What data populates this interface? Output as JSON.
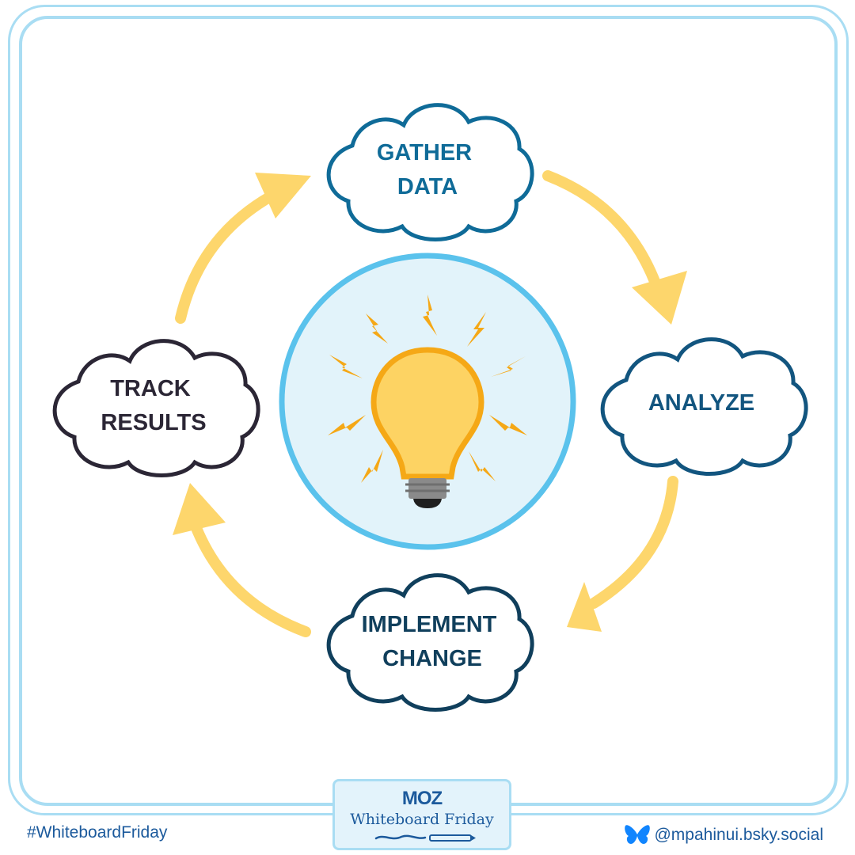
{
  "steps": [
    {
      "id": "gather",
      "lines": [
        "GATHER",
        "DATA"
      ],
      "color": "#0f6b98"
    },
    {
      "id": "analyze",
      "lines": [
        "ANALYZE"
      ],
      "color": "#12557f"
    },
    {
      "id": "implement",
      "lines": [
        "IMPLEMENT",
        "CHANGE"
      ],
      "color": "#103f5c"
    },
    {
      "id": "track",
      "lines": [
        "TRACK",
        "RESULTS"
      ],
      "color": "#2b2635"
    }
  ],
  "colors": {
    "arrow": "#fdd66c",
    "frame": "#a9ddf3",
    "center_circle_fill": "#e2f3fa",
    "center_circle_stroke": "#5ac2ec",
    "bulb": "#fdd363",
    "bulb_outline": "#f5a816",
    "footer_text": "#1c5a9c"
  },
  "center_icon": "lightbulb-icon",
  "footer": {
    "hashtag": "#WhiteboardFriday",
    "handle": "@mpahinui.bsky.social",
    "handle_icon": "butterfly-icon",
    "badge_logo": "MOZ",
    "badge_title": "Whiteboard Friday"
  }
}
